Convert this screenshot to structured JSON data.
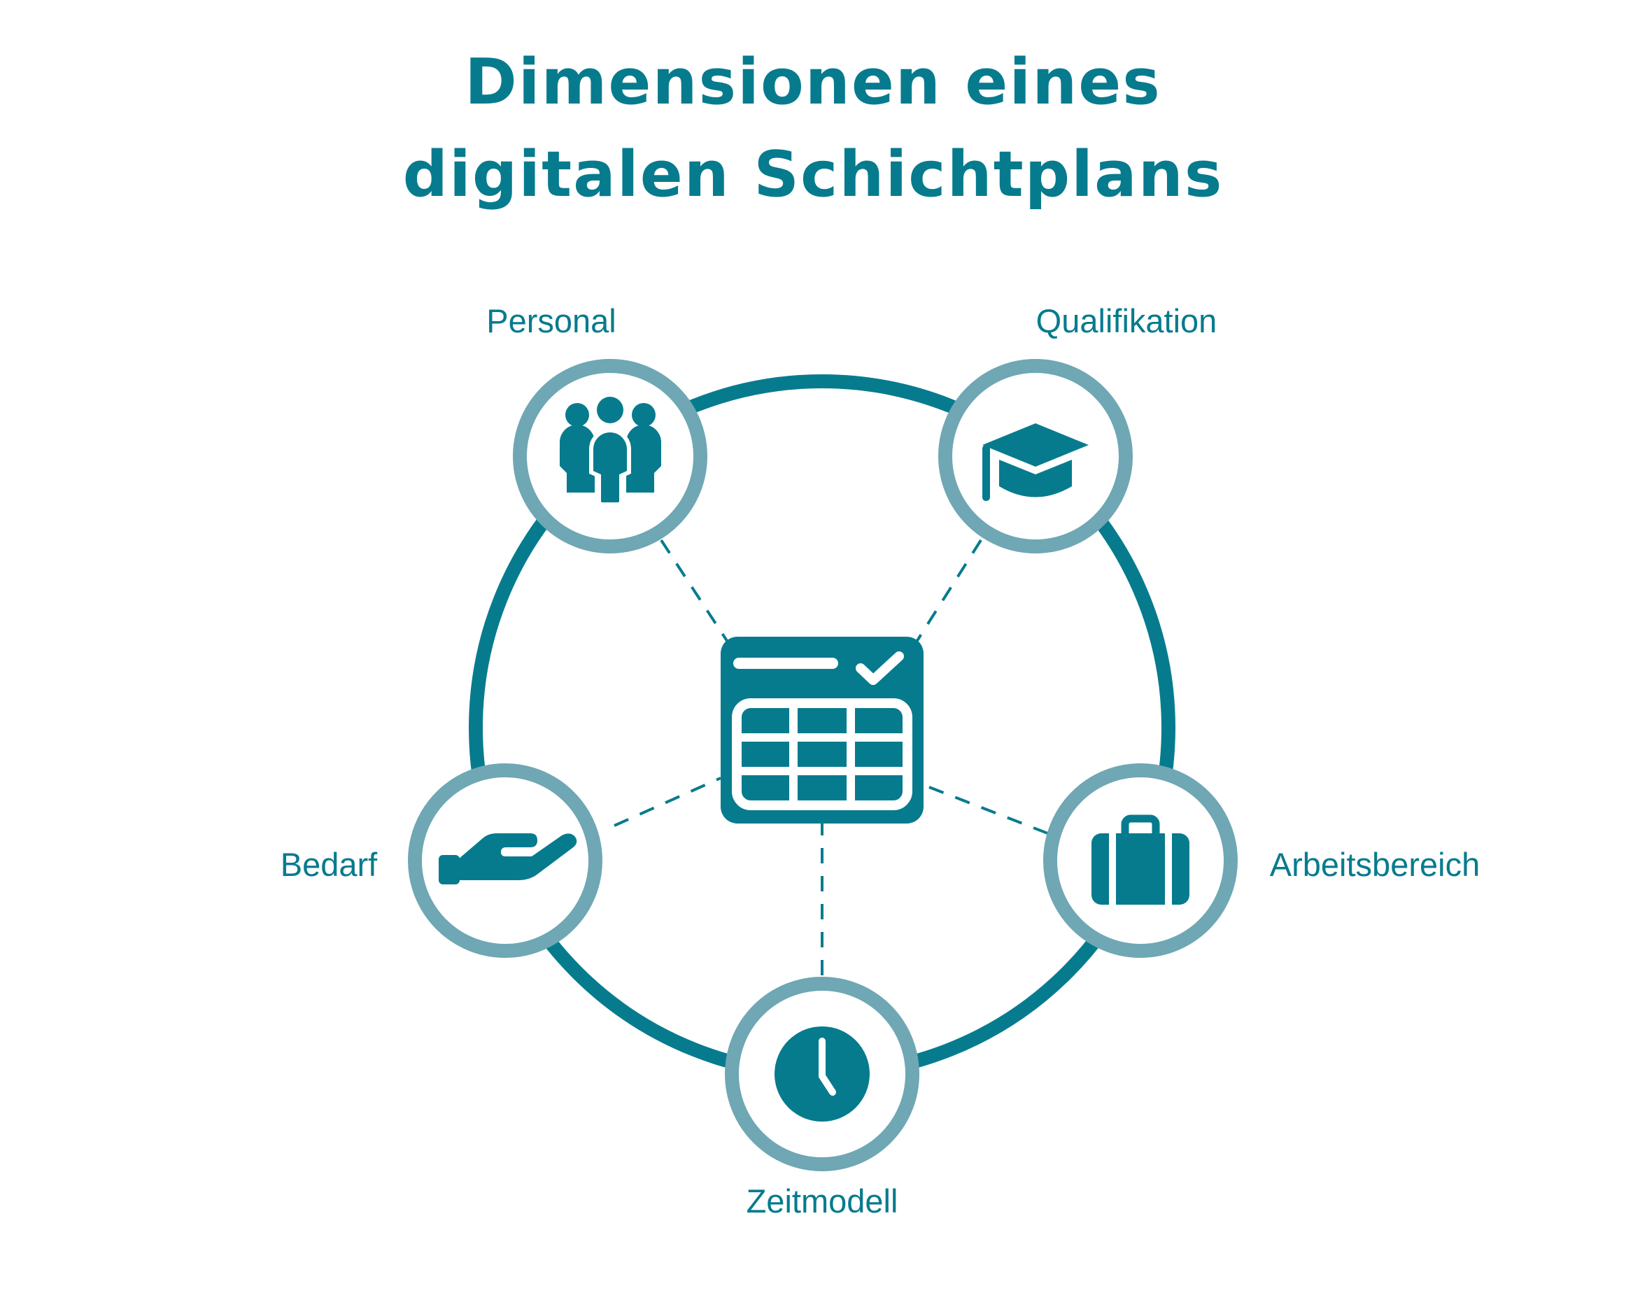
{
  "colors": {
    "primary": "#077b8e",
    "ring_light": "#6fa7b4",
    "background": "#ffffff"
  },
  "title": {
    "line1": "Dimensionen eines",
    "line2": "digitalen Schichtplans"
  },
  "center": {
    "icon": "calendar-check-icon"
  },
  "nodes": [
    {
      "label": "Personal",
      "icon": "people-group-icon"
    },
    {
      "label": "Qualifikation",
      "icon": "graduation-cap-icon"
    },
    {
      "label": "Arbeitsbereich",
      "icon": "briefcase-icon"
    },
    {
      "label": "Zeitmodell",
      "icon": "clock-icon"
    },
    {
      "label": "Bedarf",
      "icon": "open-hand-icon"
    }
  ]
}
